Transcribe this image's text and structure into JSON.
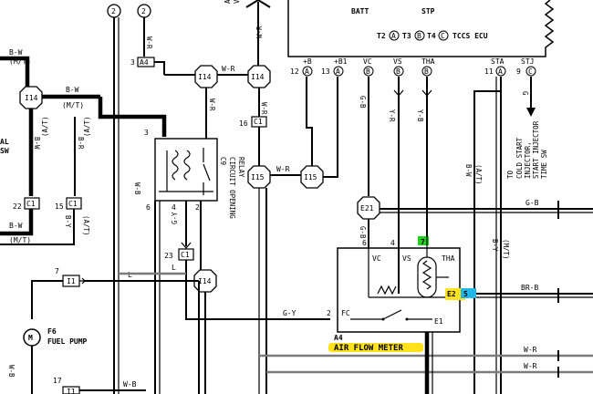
{
  "colors": {
    "highlight_green": "#1fd11f",
    "highlight_blue": "#22b7e6",
    "highlight_yellow": "#ffe21a",
    "line": "#000000"
  },
  "ecu": {
    "title_pins": {
      "batt": "BATT",
      "stp": "STP"
    },
    "connector_line": {
      "t2": "T2",
      "a": "A",
      "t3": "T3",
      "b": "B",
      "t4": "T4",
      "c": "C",
      "tccs": "TCCS ECU"
    },
    "terminals": [
      "+B",
      "+B1",
      "VC",
      "VS",
      "THA",
      "STA",
      "STJ"
    ],
    "pin_numbers": [
      "12",
      "13",
      "11",
      "9"
    ],
    "pin_letters": [
      "A",
      "A",
      "B",
      "B",
      "B",
      "A",
      "C"
    ]
  },
  "top_left": {
    "node_2a": "2",
    "node_2b": "2",
    "wr_label": "W-R",
    "conn_a4": "A4",
    "conn_a4_pin": "3",
    "ac_label": "A/C IDLE-UP\nVSV"
  },
  "left_side": {
    "bw_mt_1": "B-W",
    "mt_1": "(M/T)",
    "i14": "I14",
    "bw_mt_2": "B-W",
    "mt_2": "(M/T)",
    "al_sw": "AL\nSW",
    "bw_3": "B-W",
    "br": "B-R",
    "at_1": "(A/T)",
    "at_2": "(A/T)",
    "c1_a": "C1",
    "c1_a_pin": "22",
    "c1_b": "C1",
    "c1_b_pin": "15",
    "bw_4": "B-W",
    "mt_3": "(M/T)",
    "by": "B-Y",
    "at_3": "(A/T)"
  },
  "relay": {
    "label": "C9\nCIRCUIT OPENING\nRELAY",
    "pins": [
      "3",
      "6",
      "4",
      "2"
    ],
    "wire_wb": "W-B",
    "wire_gy": "G-Y",
    "c1_pin": "23",
    "c1": "C1",
    "i14": "I14"
  },
  "mid_connectors": {
    "i14_a": "I14",
    "i14_b": "I14",
    "wr_1": "W-R",
    "wr_2": "W-R",
    "c1_16": "C1",
    "c1_16_pin": "16",
    "i15_a": "I15",
    "i15_b": "I15",
    "wr_3": "W-R",
    "wr_vert": "W-R"
  },
  "right_wires": {
    "gb_1": "G-B",
    "yr": "Y-R",
    "yb": "Y-B",
    "bw": "B-W",
    "by": "B-Y",
    "g": "G",
    "to_label": "TO\nCOLD START\nINJECTOR,\nSTART INJECTOR\nTIME SW",
    "gb_2": "G-B",
    "brb": "BR-B",
    "wr_4": "W-R",
    "wr_5": "W-R",
    "e21": "E21"
  },
  "afm": {
    "label_a4": "A4",
    "label_name": "AIR FLOW METER",
    "pins_top": [
      "6",
      "4"
    ],
    "terminals": [
      "VC",
      "VS",
      "THA",
      "FC",
      "E2",
      "E1"
    ],
    "pin_7": "7",
    "pin_5": "5",
    "pin_2": "2",
    "wire_gb": "G-B",
    "wire_gy": "G-Y"
  },
  "fuel": {
    "pump_id": "F6",
    "pump_name": "FUEL PUMP",
    "i1": "I1",
    "i1_pin": "7",
    "i1_b": "I1",
    "i1_b_pin": "17",
    "l_1": "L",
    "l_2": "L",
    "wb_bottom": "W-B",
    "motor_symbol": "M"
  }
}
